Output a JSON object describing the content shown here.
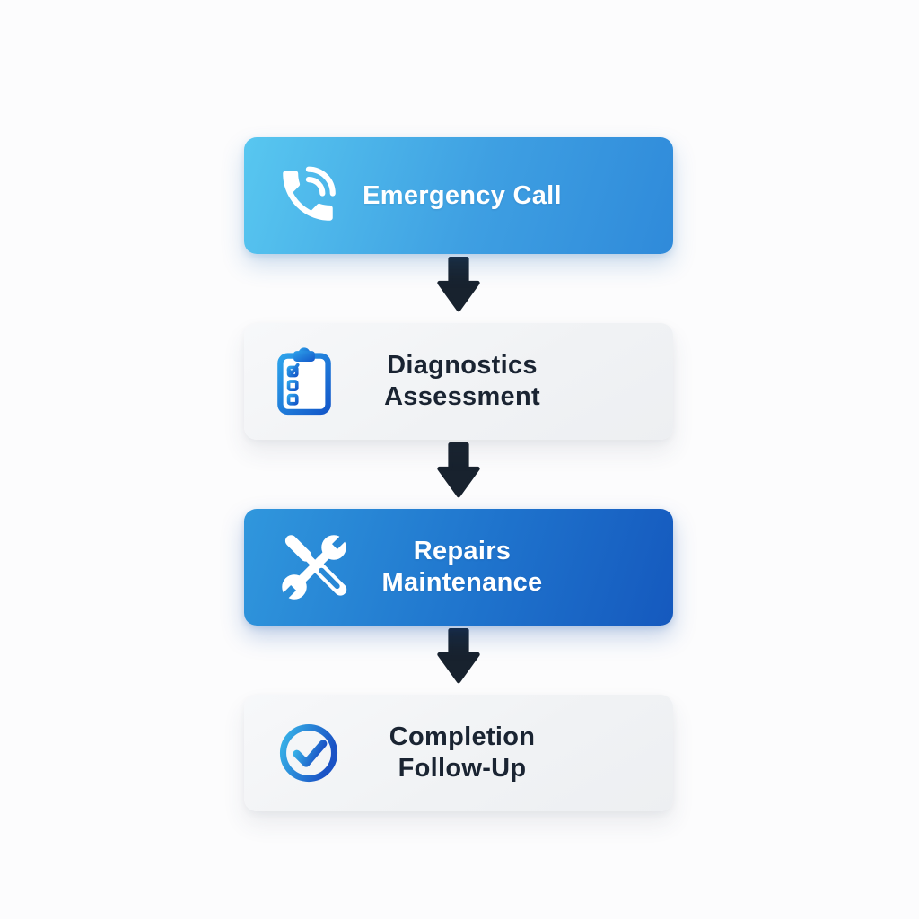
{
  "page": {
    "background_color": "#fcfcfd",
    "type": "process-flow-diagram",
    "direction": "top-to-bottom"
  },
  "flow": {
    "steps": [
      {
        "id": "emergency-call",
        "lines": [
          "Emergency Call"
        ],
        "icon": "phone-call-icon",
        "style": "blue-gradient-light",
        "text_color": "#ffffff"
      },
      {
        "id": "diagnostics-assessment",
        "lines": [
          "Diagnostics",
          "Assessment"
        ],
        "icon": "clipboard-checklist-icon",
        "style": "light-gray",
        "text_color": "#1a2432"
      },
      {
        "id": "repairs-maintenance",
        "lines": [
          "Repairs",
          "Maintenance"
        ],
        "icon": "wrench-screwdriver-icon",
        "style": "blue-gradient-dark",
        "text_color": "#ffffff"
      },
      {
        "id": "completion-follow-up",
        "lines": [
          "Completion",
          "Follow-Up"
        ],
        "icon": "check-circle-icon",
        "style": "light-gray",
        "text_color": "#1a2432"
      }
    ],
    "connector": {
      "type": "arrow-down",
      "color": "#18222e",
      "count": 3
    }
  },
  "colors": {
    "card1_gradient_start": "#58c7f0",
    "card1_gradient_end": "#2f8ada",
    "card3_gradient_start": "#3097dd",
    "card3_gradient_end": "#1559be",
    "light_card": "#f2f4f6",
    "dark_text": "#1a2432",
    "light_text": "#ffffff",
    "icon_gradient_start": "#2da2ea",
    "icon_gradient_end": "#1357c9",
    "arrow": "#18222e"
  }
}
